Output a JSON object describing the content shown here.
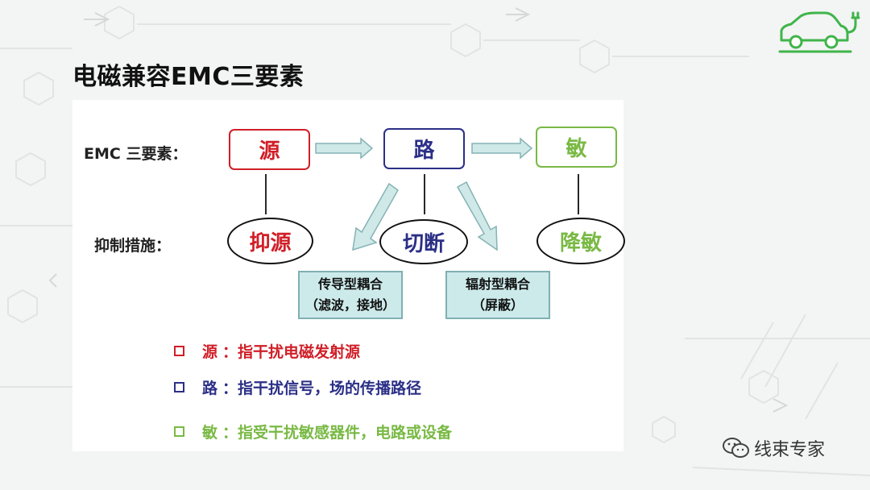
{
  "title": "电磁兼容EMC三要素",
  "colors": {
    "source": "#d01f28",
    "path": "#2b2f86",
    "sensitive": "#79b944",
    "coupling_fill": "#cdeaea"
  },
  "diagram": {
    "elements_label": "EMC 三要素：",
    "measures_label": "抑制措施：",
    "elements": {
      "source": "源",
      "path": "路",
      "sensitive": "敏"
    },
    "measures": {
      "source": "抑源",
      "path": "切断",
      "sensitive": "降敏"
    },
    "coupling": [
      {
        "line1": "传导型耦合",
        "line2": "（滤波，接地）"
      },
      {
        "line1": "辐射型耦合",
        "line2": "（屏蔽）"
      }
    ]
  },
  "bullets": [
    {
      "term": "源",
      "text": "：指干扰电磁发射源"
    },
    {
      "term": "路",
      "text": "：指干扰信号，场的传播路径"
    },
    {
      "term": "敏",
      "text": "：指受干扰敏感器件，电路或设备"
    }
  ],
  "watermark": "线束专家",
  "icons": {
    "logo": "car-plug-icon",
    "wechat": "wechat-icon"
  }
}
